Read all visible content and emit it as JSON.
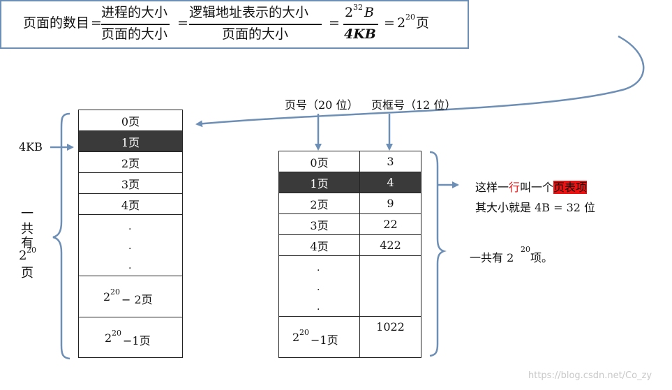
{
  "formula": {
    "lhs": "页面的数目",
    "eq": "=",
    "frac1_num": "进程的大小",
    "frac1_den": "页面的大小",
    "frac2_num": "逻辑地址表示的大小",
    "frac2_den": "页面的大小",
    "frac3_num_base": "2",
    "frac3_num_exp": "32",
    "frac3_num_unit": "B",
    "frac3_den": "4KB",
    "result_base": "2",
    "result_exp": "20",
    "result_unit": "页"
  },
  "left_table": {
    "size_label": "4KB",
    "rows": [
      "0页",
      "1页",
      "2页",
      "3页",
      "4页"
    ],
    "highlight_row": "1页",
    "dots": [
      ".",
      ".",
      "."
    ],
    "second_last_base": "2",
    "second_last_exp": "20",
    "second_last_suffix": "− 2页",
    "last_base": "2",
    "last_exp": "20",
    "last_suffix": "−1页",
    "total_label": {
      "line1": "一",
      "line2": "共",
      "line3": "有",
      "base": "2",
      "exp": "20",
      "line5": "页"
    }
  },
  "page_table": {
    "col1_header": "页号（20 位）",
    "col2_header": "页框号（12 位）",
    "rows": [
      {
        "page": "0页",
        "frame": "3"
      },
      {
        "page": "1页",
        "frame": "4"
      },
      {
        "page": "2页",
        "frame": "9"
      },
      {
        "page": "3页",
        "frame": "22"
      },
      {
        "page": "4页",
        "frame": "422"
      }
    ],
    "dots": [
      ".",
      ".",
      "."
    ],
    "last_page_base": "2",
    "last_page_exp": "20",
    "last_page_suffix": "−1页",
    "last_frame": "1022"
  },
  "notes": {
    "line1_a": "这样一",
    "line1_b": "行",
    "line1_c": "叫一个",
    "line1_highlight": "页表项",
    "line2": "其大小就是 4B = 32 位",
    "line3_prefix": "一共有 2",
    "line3_exp": "20",
    "line3_suffix": "项。"
  },
  "colors": {
    "arrow": "#6e8fb5",
    "highlight_row": "#3a3a3a",
    "highlight_text": "#ee1111"
  },
  "watermark": "https://blog.csdn.net/Co_zy"
}
